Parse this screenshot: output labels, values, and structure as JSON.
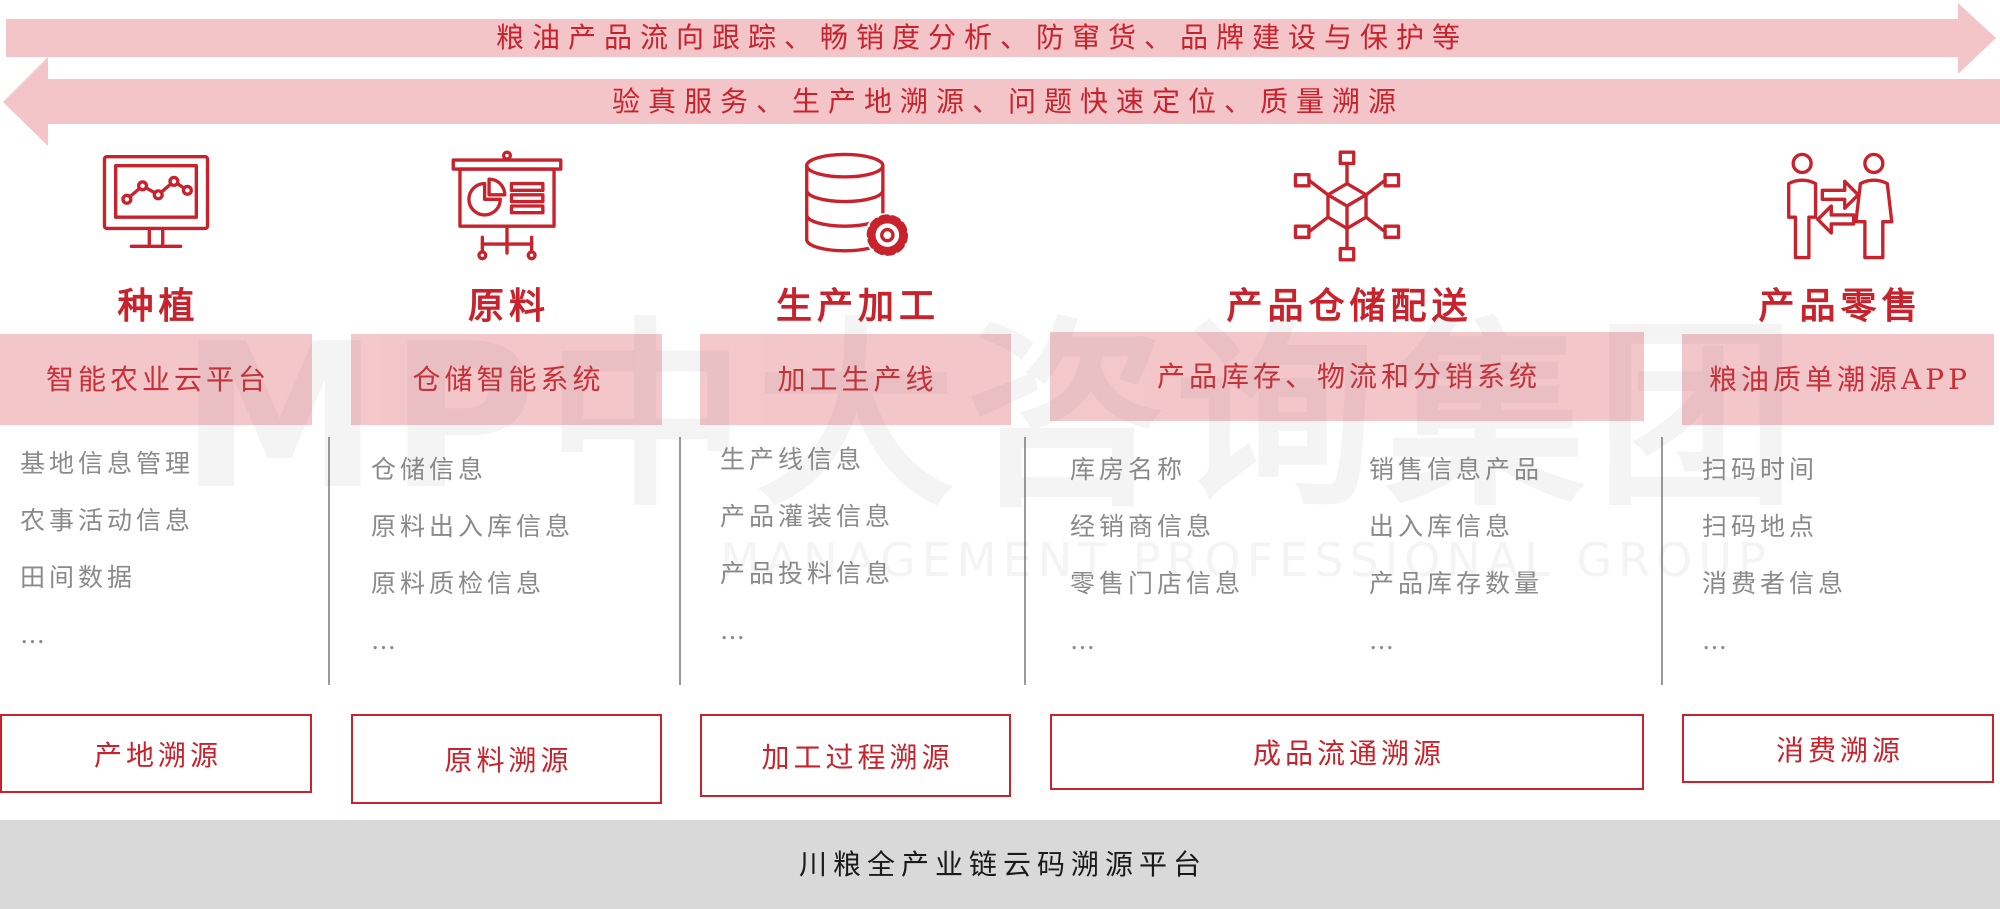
{
  "colors": {
    "accent": "#c8232c",
    "band": "#f3c4c8",
    "platform_bg": "#d9d9d9",
    "item_text": "#8a8a8a",
    "divider": "#9a9a9a"
  },
  "arrows": {
    "forward": {
      "text": "粮油产品流向跟踪、畅销度分析、防窜货、品牌建设与保护等"
    },
    "backward": {
      "text": "验真服务、生产地溯源、问题快速定位、质量溯源"
    }
  },
  "watermark": {
    "brand": "MP中大咨询集团",
    "tagline": "MANAGEMENT PROFESSIONAL GROUP"
  },
  "columns": [
    {
      "icon": "monitor-chart-icon",
      "title": "种植",
      "system": "智能农业云平台",
      "items": [
        "基地信息管理",
        "农事活动信息",
        "田间数据",
        "…"
      ],
      "trace": "产地溯源"
    },
    {
      "icon": "presentation-board-icon",
      "title": "原料",
      "system": "仓储智能系统",
      "items": [
        "仓储信息",
        "原料出入库信息",
        "原料质检信息",
        "…"
      ],
      "trace": "原料溯源"
    },
    {
      "icon": "database-gear-icon",
      "title": "生产加工",
      "system": "加工生产线",
      "items": [
        "生产线信息",
        "产品灌装信息",
        "产品投料信息",
        "…"
      ],
      "trace": "加工过程溯源"
    },
    {
      "icon": "network-cube-icon",
      "title": "产品仓储配送",
      "system": "产品库存、物流和分销系统",
      "items": [
        "库房名称",
        "经销商信息",
        "零售门店信息",
        "…"
      ],
      "items_right": [
        "销售信息产品",
        "出入库信息",
        "产品库存数量",
        "…"
      ],
      "trace": "成品流通溯源"
    },
    {
      "icon": "people-exchange-icon",
      "title": "产品零售",
      "system": "粮油质单潮源APP",
      "items": [
        "扫码时间",
        "扫码地点",
        "消费者信息",
        "…"
      ],
      "trace": "消费溯源"
    }
  ],
  "platform": {
    "label": "川粮全产业链云码溯源平台"
  }
}
